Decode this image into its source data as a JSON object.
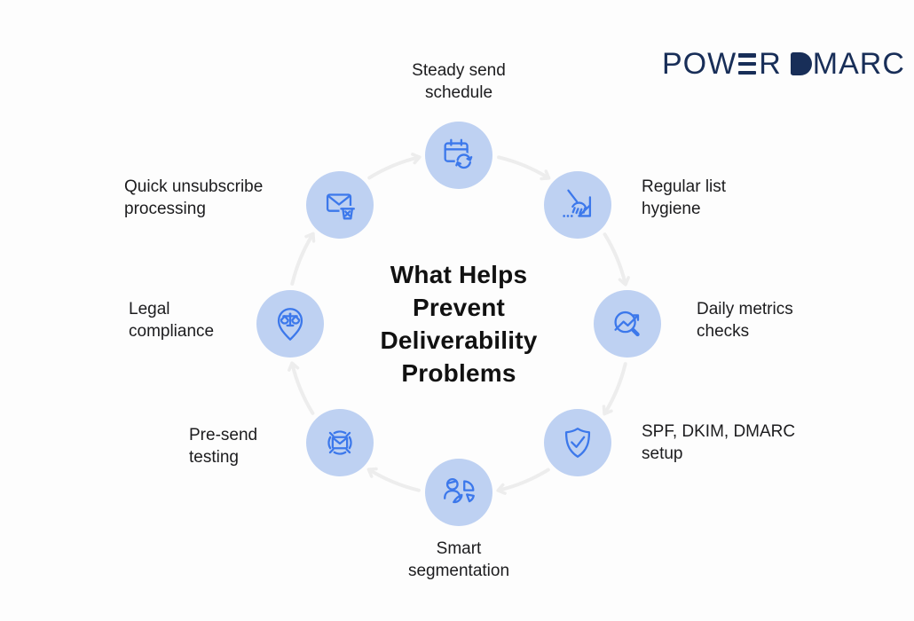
{
  "logo": {
    "text": "POWER DMARC",
    "part_pow": "POW",
    "part_r": "R",
    "part_marc": "MARC",
    "color": "#182e58"
  },
  "title": {
    "text": "What Helps\nPrevent\nDeliverability\nProblems"
  },
  "colors": {
    "background": "#fdfdfd",
    "node_circle_fill": "#bed1f2",
    "icon_stroke": "#3c78eb",
    "arrow_gray": "#ededed",
    "title_text": "#111111",
    "label_text": "#1c1c1e"
  },
  "cycle": {
    "direction": "clockwise",
    "items": [
      {
        "position": "top",
        "label": "Steady send\nschedule",
        "icon": "calendar-sync-icon"
      },
      {
        "position": "top-right",
        "label": "Regular list\nhygiene",
        "icon": "broom-sweep-icon"
      },
      {
        "position": "right",
        "label": "Daily metrics\nchecks",
        "icon": "metrics-magnifier-icon"
      },
      {
        "position": "bottom-right",
        "label": "SPF, DKIM, DMARC\nsetup",
        "icon": "shield-check-icon"
      },
      {
        "position": "bottom",
        "label": "Smart\nsegmentation",
        "icon": "person-pie-chart-icon"
      },
      {
        "position": "bottom-left",
        "label": "Pre-send\ntesting",
        "icon": "email-target-icon"
      },
      {
        "position": "left",
        "label": "Legal\ncompliance",
        "icon": "legal-scales-pin-icon"
      },
      {
        "position": "top-left",
        "label": "Quick unsubscribe\nprocessing",
        "icon": "email-trash-icon"
      }
    ]
  }
}
